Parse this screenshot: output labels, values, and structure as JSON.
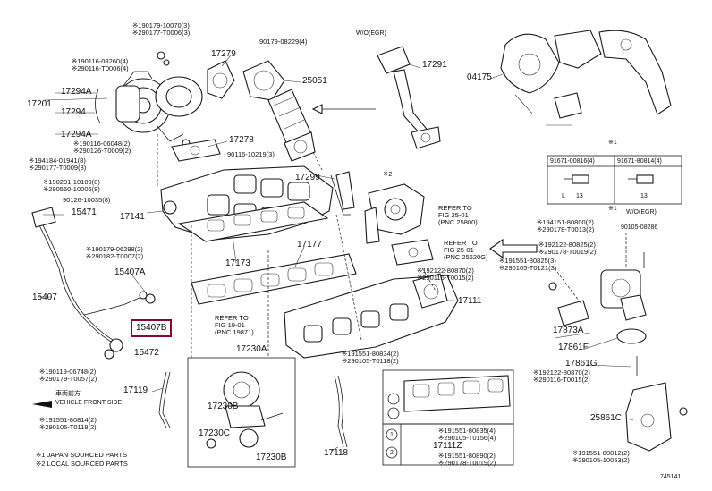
{
  "labels": {
    "p_17201": "17201",
    "p_17294a_top": "17294A",
    "p_17294": "17294",
    "p_17294a_bot": "17294A",
    "p_17279": "17279",
    "p_25051": "25051",
    "p_17291": "17291",
    "p_04175": "04175",
    "p_17278": "17278",
    "p_17299": "17299",
    "p_17141": "17141",
    "p_15471": "15471",
    "p_17177": "17177",
    "p_17173": "17173",
    "p_15407a": "15407A",
    "p_15407": "15407",
    "p_15407b": "15407B",
    "p_15472": "15472",
    "p_17111": "17111",
    "p_17230a": "17230A",
    "p_17119": "17119",
    "p_17230b": "17230B",
    "p_17230c": "17230C",
    "p_17230b2": "17230B",
    "p_17118": "17118",
    "p_17111z": "17111Z",
    "p_17873a": "17873A",
    "p_17861f": "17861F",
    "p_17861g": "17861G",
    "p_25861c": "25861C",
    "p_90105_08286": "90105-08286",
    "wo_egr_top": "W/O(EGR)",
    "wo_egr_right": "W/O(EGR)",
    "x1_top": "※1",
    "x1_mid": "※1",
    "fig_no": "745141"
  },
  "notes": {
    "n1": "※190179-10070(3)",
    "n2": "※290177-T0006(3)",
    "n3": "90179-08229(4)",
    "n4": "※190116-08260(4)",
    "n5": "※290116-T0006(4)",
    "n6": "※190116-06048(2)",
    "n7": "※290126-T0009(2)",
    "n8": "※194184-01941(8)",
    "n9": "※290177-T0009(8)",
    "n10": "※190201-10109(8)",
    "n11": "※290560-10006(8)",
    "n12": "90126-10035(8)",
    "n13": "90116-10219(3)",
    "n14": "※2",
    "n15": "※190179-06298(2)",
    "n16": "※290182-T0007(2)",
    "n17": "※190119-06748(2)",
    "n18": "※290179-T0057(2)",
    "n19": "※192122-80870(2)",
    "n20": "※290116-T0015(2)",
    "n21": "※191551-80834(2)",
    "n22": "※290105-T0118(2)",
    "n23": "※191551-80814(2)",
    "n24": "※290105-T0118(2)",
    "n25": "※194151-80800(2)",
    "n26": "※290178-T0013(2)",
    "n27": "※192122-80825(2)",
    "n28": "※290178-T0019(2)",
    "n29": "※191551-80825(3)",
    "n30": "※290105-T0121(3)",
    "n31": "※192122-80870(2)",
    "n32": "※290116-T0015(2)",
    "n33": "※191551-80835(4)",
    "n34": "※290105-T0156(4)",
    "n35": "※191551-80890(2)",
    "n36": "※290178-T0019(2)",
    "n37": "※191551-80812(2)",
    "n38": "※290105-10053(2)"
  },
  "refs": {
    "r1_a": "REFER TO",
    "r1_b": "FIG 25-01",
    "r1_c": "(PNC 25800)",
    "r2_a": "REFER TO",
    "r2_b": "FIG 25-01",
    "r2_c": "(PNC 25620G)",
    "r3_a": "REFER TO",
    "r3_b": "FIG 19-01",
    "r3_c": "(PNC 19871)"
  },
  "front": {
    "jp": "車両前方",
    "en": "VEHICLE FRONT SIDE"
  },
  "table": {
    "h1": "91671-00816(4)",
    "h2": "91671-80814(4)",
    "l": "L",
    "v1": "13",
    "v2": "13"
  },
  "circles": {
    "c1": "1",
    "c2": "2"
  },
  "legend": {
    "l1": "※1 JAPAN SOURCED PARTS",
    "l2": "※2 LOCAL SOURCED PARTS"
  }
}
